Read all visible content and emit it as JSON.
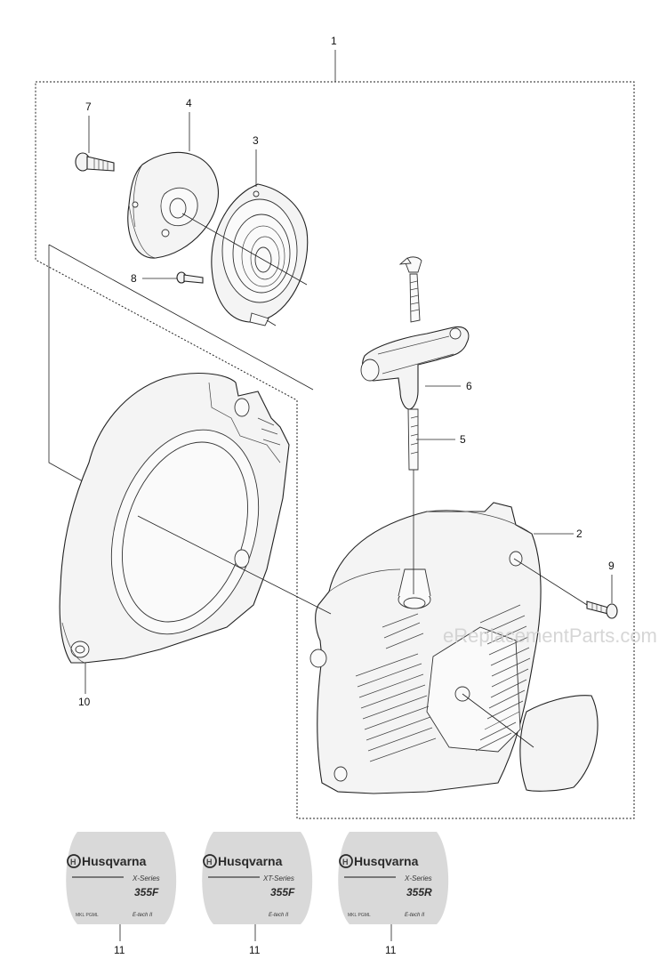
{
  "labels": {
    "p1": "1",
    "p2": "2",
    "p3": "3",
    "p4": "4",
    "p5": "5",
    "p6": "6",
    "p7": "7",
    "p8": "8",
    "p9": "9",
    "p10": "10",
    "p11a": "11",
    "p11b": "11",
    "p11c": "11"
  },
  "watermark": "eReplacementParts.com",
  "decals": [
    {
      "brand": "Husqvarna",
      "series": "X-Series",
      "model": "355F",
      "small": "MKL PGML",
      "etech": "E-tech II"
    },
    {
      "brand": "Husqvarna",
      "series": "XT-Series",
      "model": "355F",
      "small": "",
      "etech": "E-tech II"
    },
    {
      "brand": "Husqvarna",
      "series": "X-Series",
      "model": "355R",
      "small": "MKL PGML",
      "etech": "E-tech II"
    }
  ],
  "colors": {
    "line": "#222222",
    "decal": "#d9d9d9",
    "watermark": "#cfcfcf"
  }
}
